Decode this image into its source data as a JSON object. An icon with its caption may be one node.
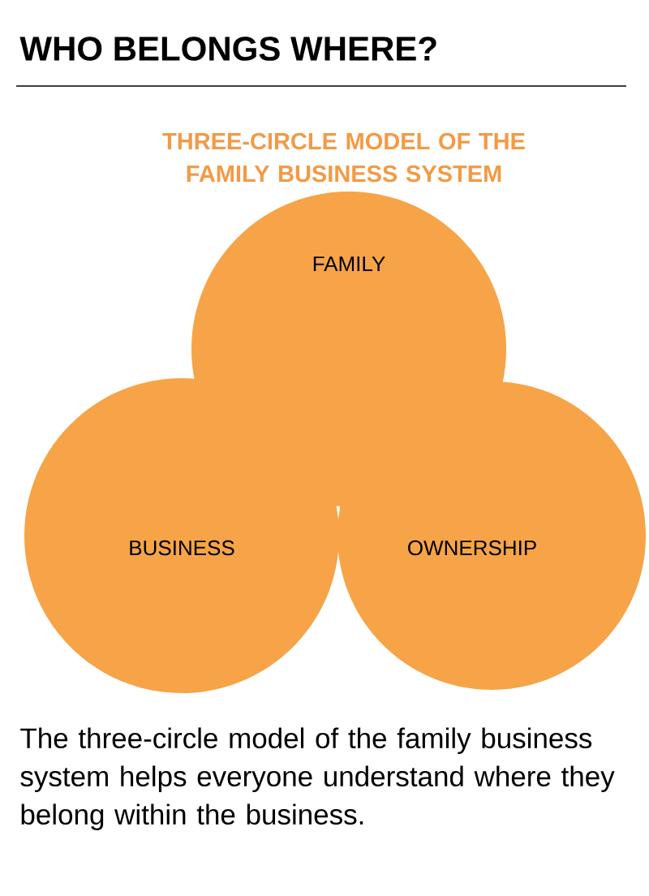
{
  "diagram": {
    "title": "WHO BELONGS WHERE?",
    "caption": "The three-circle model of the family business system helps everyone understand where they belong within the business.",
    "nodes": [
      {
        "text": [
          "FAMILY"
        ]
      },
      {
        "text": [
          "BUSINESS"
        ]
      },
      {
        "text": [
          "OWNERSHIP"
        ]
      }
    ],
    "labels": [
      "THREE-CIRCLE MODEL OF THE FAMILY BUSINESS SYSTEM"
    ]
  }
}
